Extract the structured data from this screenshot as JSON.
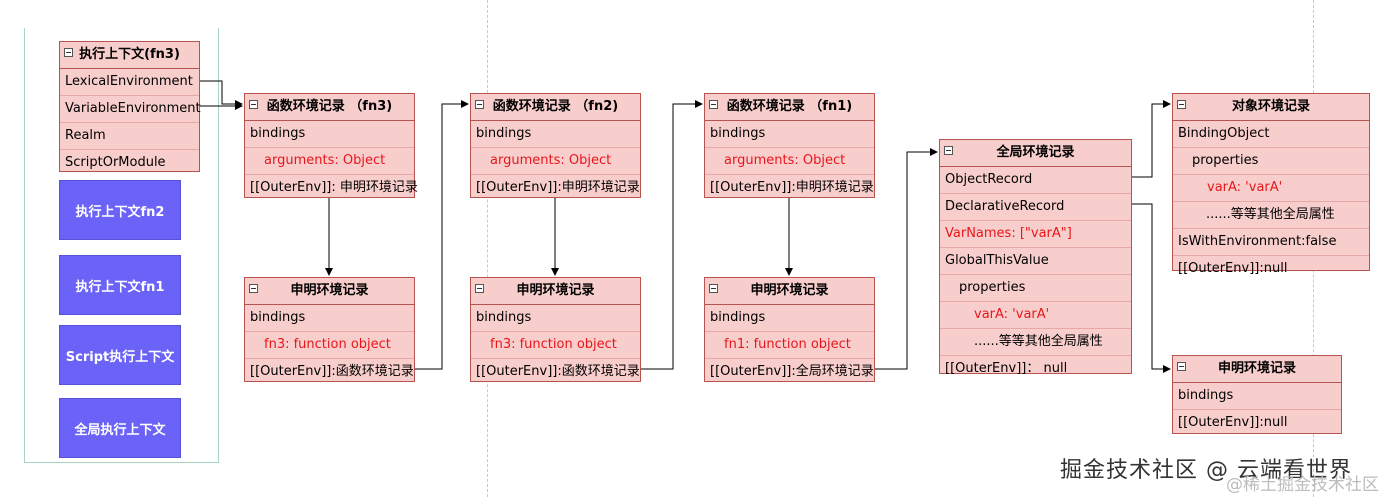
{
  "exec_context": {
    "title": "执行上下文(fn3)",
    "rows": [
      "LexicalEnvironment",
      "VariableEnvironment",
      "Realm",
      "ScriptOrModule"
    ]
  },
  "stack": [
    "执行上下文fn2",
    "执行上下文fn1",
    "Script执行上下文",
    "全局执行上下文"
  ],
  "fn3_env": {
    "title": "函数环境记录 （fn3)",
    "rows": [
      "bindings",
      "arguments: Object",
      "[[OuterEnv]]: 申明环境记录"
    ]
  },
  "fn3_decl": {
    "title": "申明环境记录",
    "rows": [
      "bindings",
      "fn3: function object",
      "[[OuterEnv]]:函数环境记录"
    ]
  },
  "fn2_env": {
    "title": "函数环境记录 （fn2)",
    "rows": [
      "bindings",
      "arguments: Object",
      "[[OuterEnv]]:申明环境记录"
    ]
  },
  "fn2_decl": {
    "title": "申明环境记录",
    "rows": [
      "bindings",
      "fn3: function object",
      "[[OuterEnv]]:函数环境记录"
    ]
  },
  "fn1_env": {
    "title": "函数环境记录 （fn1)",
    "rows": [
      "bindings",
      "arguments: Object",
      "[[OuterEnv]]:申明环境记录"
    ]
  },
  "fn1_decl": {
    "title": "申明环境记录",
    "rows": [
      "bindings",
      "fn1: function object",
      "[[OuterEnv]]:全局环境记录"
    ]
  },
  "global_env": {
    "title": "全局环境记录",
    "rows": [
      "ObjectRecord",
      "DeclarativeRecord",
      "VarNames: [\"varA\"]",
      "GlobalThisValue",
      "properties",
      "varA:  'varA'",
      "......等等其他全局属性",
      "[[OuterEnv]]：  null"
    ]
  },
  "object_env": {
    "title": "对象环境记录",
    "rows": [
      "BindingObject",
      "properties",
      "varA:  'varA'",
      "......等等其他全局属性",
      "IsWithEnvironment:false",
      "[[OuterEnv]]:null"
    ]
  },
  "global_decl": {
    "title": "申明环境记录",
    "rows": [
      "bindings",
      "[[OuterEnv]]:null"
    ]
  },
  "watermark": {
    "main": "掘金技术社区 @ 云端看世界",
    "sub": "@稀土掘金技术社区"
  },
  "colors": {
    "box_fill": "#f8cecc",
    "box_border": "#b85450",
    "highlight_text": "#e8161b",
    "stack_box": "#6b63f7"
  }
}
